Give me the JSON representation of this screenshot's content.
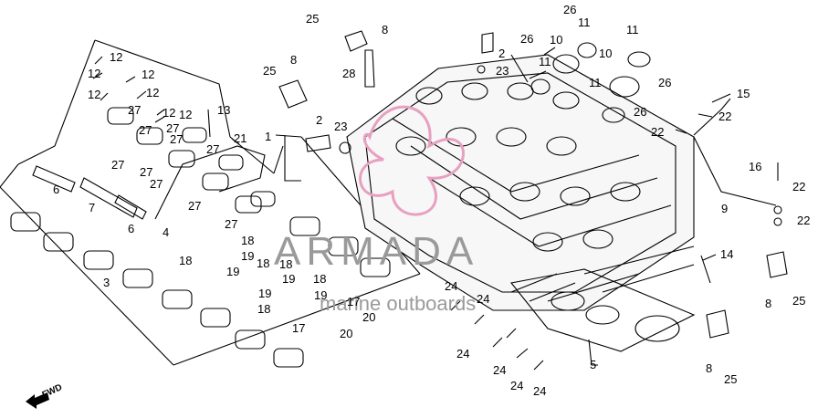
{
  "diagram": {
    "part_labels": [
      {
        "id": "p25a",
        "text": "25"
      },
      {
        "id": "p8a",
        "text": "8"
      },
      {
        "id": "p28",
        "text": "28"
      },
      {
        "id": "p2a",
        "text": "2"
      },
      {
        "id": "p23a",
        "text": "23"
      },
      {
        "id": "p26a",
        "text": "26"
      },
      {
        "id": "p11a",
        "text": "11"
      },
      {
        "id": "p26b",
        "text": "26"
      },
      {
        "id": "p10a",
        "text": "10"
      },
      {
        "id": "p11b",
        "text": "11"
      },
      {
        "id": "p10b",
        "text": "10"
      },
      {
        "id": "p11c",
        "text": "11"
      },
      {
        "id": "p26c",
        "text": "26"
      },
      {
        "id": "p11d",
        "text": "11"
      },
      {
        "id": "p26d",
        "text": "26"
      },
      {
        "id": "p15",
        "text": "15"
      },
      {
        "id": "p22a",
        "text": "22"
      },
      {
        "id": "p22b",
        "text": "22"
      },
      {
        "id": "p16",
        "text": "16"
      },
      {
        "id": "p22c",
        "text": "22"
      },
      {
        "id": "p9",
        "text": "9"
      },
      {
        "id": "p22d",
        "text": "22"
      },
      {
        "id": "p12a",
        "text": "12"
      },
      {
        "id": "p12b",
        "text": "12"
      },
      {
        "id": "p12c",
        "text": "12"
      },
      {
        "id": "p12d",
        "text": "12"
      },
      {
        "id": "p12e",
        "text": "12"
      },
      {
        "id": "p12f",
        "text": "12"
      },
      {
        "id": "p12g",
        "text": "12"
      },
      {
        "id": "p25b",
        "text": "25"
      },
      {
        "id": "p8b",
        "text": "8"
      },
      {
        "id": "p27a",
        "text": "27"
      },
      {
        "id": "p27b",
        "text": "27"
      },
      {
        "id": "p13",
        "text": "13"
      },
      {
        "id": "p27c",
        "text": "27"
      },
      {
        "id": "p2b",
        "text": "2"
      },
      {
        "id": "p23b",
        "text": "23"
      },
      {
        "id": "p1",
        "text": "1"
      },
      {
        "id": "p27d",
        "text": "27"
      },
      {
        "id": "p27e",
        "text": "27"
      },
      {
        "id": "p21",
        "text": "21"
      },
      {
        "id": "p27f",
        "text": "27"
      },
      {
        "id": "p27g",
        "text": "27"
      },
      {
        "id": "p27h",
        "text": "27"
      },
      {
        "id": "p6a",
        "text": "6"
      },
      {
        "id": "p7",
        "text": "7"
      },
      {
        "id": "p6b",
        "text": "6"
      },
      {
        "id": "p4",
        "text": "4"
      },
      {
        "id": "p27i",
        "text": "27"
      },
      {
        "id": "p27j",
        "text": "27"
      },
      {
        "id": "p18a",
        "text": "18"
      },
      {
        "id": "p18b",
        "text": "18"
      },
      {
        "id": "p19a",
        "text": "19"
      },
      {
        "id": "p18c",
        "text": "18"
      },
      {
        "id": "p19b",
        "text": "19"
      },
      {
        "id": "p18d",
        "text": "18"
      },
      {
        "id": "p19c",
        "text": "19"
      },
      {
        "id": "p18e",
        "text": "18"
      },
      {
        "id": "p19d",
        "text": "19"
      },
      {
        "id": "p18f",
        "text": "18"
      },
      {
        "id": "p19e",
        "text": "19"
      },
      {
        "id": "p17a",
        "text": "17"
      },
      {
        "id": "p17b",
        "text": "17"
      },
      {
        "id": "p20a",
        "text": "20"
      },
      {
        "id": "p20b",
        "text": "20"
      },
      {
        "id": "p3",
        "text": "3"
      },
      {
        "id": "p14",
        "text": "14"
      },
      {
        "id": "p24a",
        "text": "24"
      },
      {
        "id": "p24b",
        "text": "24"
      },
      {
        "id": "p24c",
        "text": "24"
      },
      {
        "id": "p24d",
        "text": "24"
      },
      {
        "id": "p24e",
        "text": "24"
      },
      {
        "id": "p24f",
        "text": "24"
      },
      {
        "id": "p5",
        "text": "5"
      },
      {
        "id": "p8c",
        "text": "8"
      },
      {
        "id": "p25c",
        "text": "25"
      },
      {
        "id": "p8d",
        "text": "8"
      },
      {
        "id": "p25d",
        "text": "25"
      }
    ],
    "watermark": {
      "line1": "ARMADA",
      "line2": "marine outboards"
    },
    "fwd_marker": "FWD"
  },
  "colors": {
    "ink": "#000000",
    "watermark_text": "#9a9a9a",
    "watermark_logo": "#e8a0c0",
    "background": "#ffffff"
  }
}
